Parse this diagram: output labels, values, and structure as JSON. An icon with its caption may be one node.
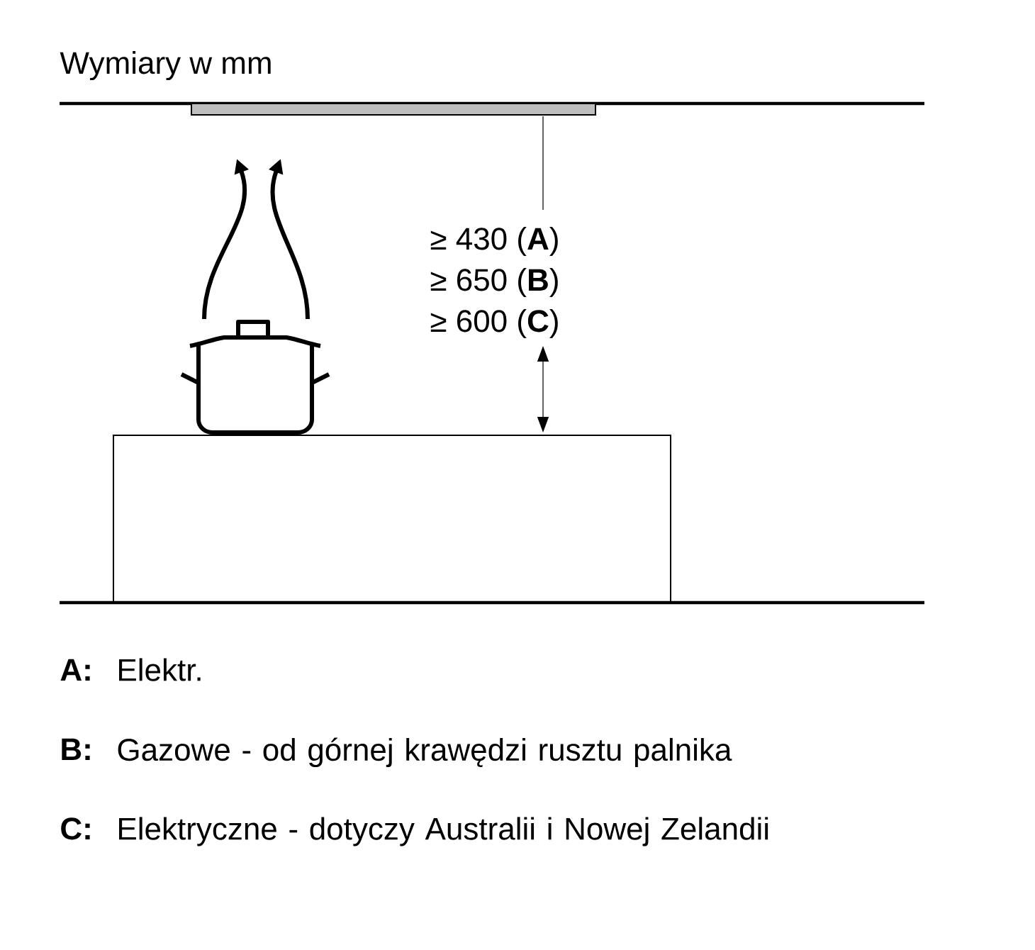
{
  "diagram": {
    "title": "Wymiary w mm",
    "labels": [
      "≥ 430 (**A**)",
      "≥ 650 (**B**)",
      "≥ 600 (**C**)",
      "A:",
      "Elektr.",
      "B:",
      "Gazowe - od górnej krawędzi rusztu palnika",
      "C:",
      "Elektryczne - dotyczy Australii i Nowej Zelandii"
    ]
  }
}
